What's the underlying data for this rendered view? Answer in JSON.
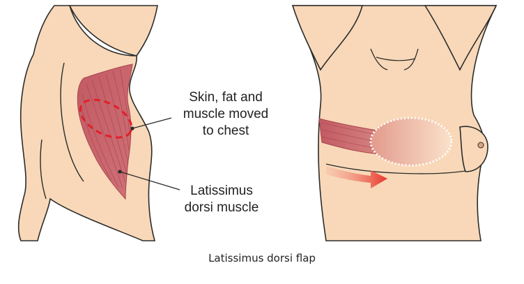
{
  "labels": {
    "flap_label": [
      "Skin, fat and",
      "muscle moved",
      "to chest"
    ],
    "muscle_label": [
      "Latissimus",
      "dorsi muscle"
    ]
  },
  "caption": "Latissimus dorsi flap",
  "colors": {
    "skin": "#f8d8b8",
    "outline": "#2b2b2b",
    "muscle": "#c9666e",
    "muscle_dark": "#a8434d",
    "dashed_marker": "#e0202a",
    "arrow": "#e8362b"
  }
}
